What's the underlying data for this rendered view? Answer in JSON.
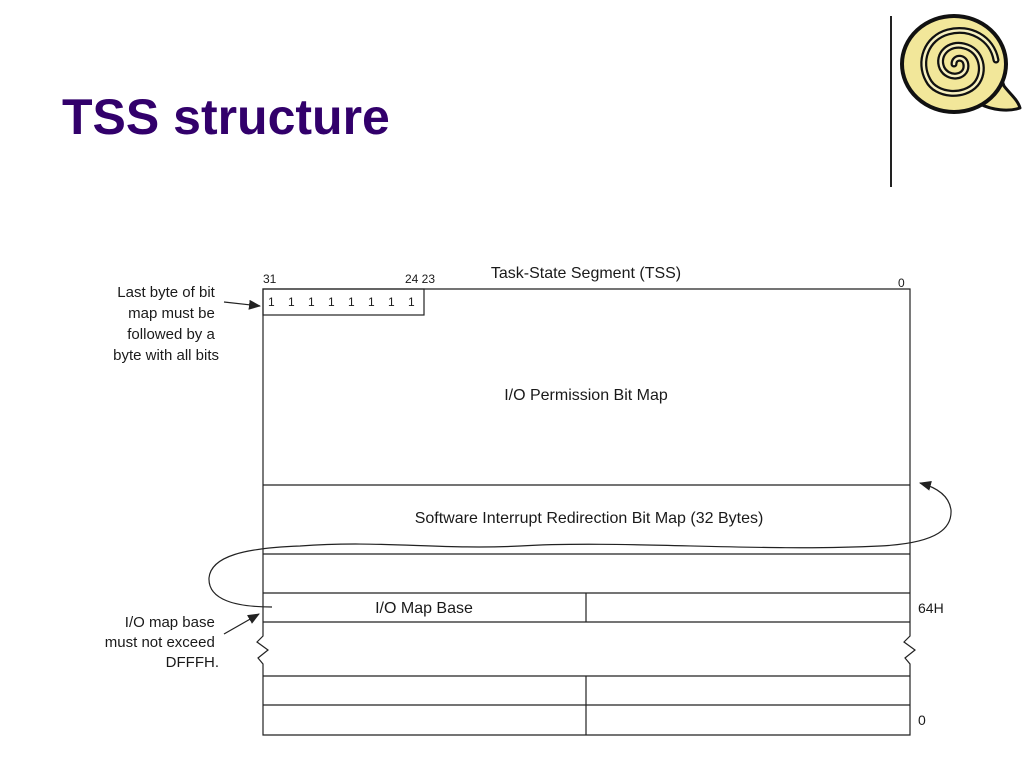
{
  "slide": {
    "title": "TSS structure"
  },
  "logo": {
    "icon": "spiral-scroll-icon",
    "fill": "#f2e79a",
    "stroke": "#111111"
  },
  "diagram": {
    "header": {
      "title": "Task-State Segment (TSS)",
      "bit_31": "31",
      "bit_24_23": "24 23",
      "bit_0": "0"
    },
    "last_byte_bits": [
      "1",
      "1",
      "1",
      "1",
      "1",
      "1",
      "1",
      "1"
    ],
    "regions": {
      "io_permission": "I/O Permission Bit Map",
      "software_interrupt": "Software Interrupt Redirection Bit Map (32 Bytes)",
      "io_map_base": "I/O Map Base"
    },
    "offsets": {
      "io_map_base_offset": "64H",
      "bottom_offset": "0"
    },
    "annotations": {
      "last_byte": [
        "Last byte of bit",
        "map must be",
        "followed by a",
        "byte with all bits"
      ],
      "io_map_base_note": [
        "I/O map base",
        "must not exceed",
        "DFFFH."
      ]
    },
    "colors": {
      "line": "#222222",
      "text": "#1a1a1a"
    }
  }
}
